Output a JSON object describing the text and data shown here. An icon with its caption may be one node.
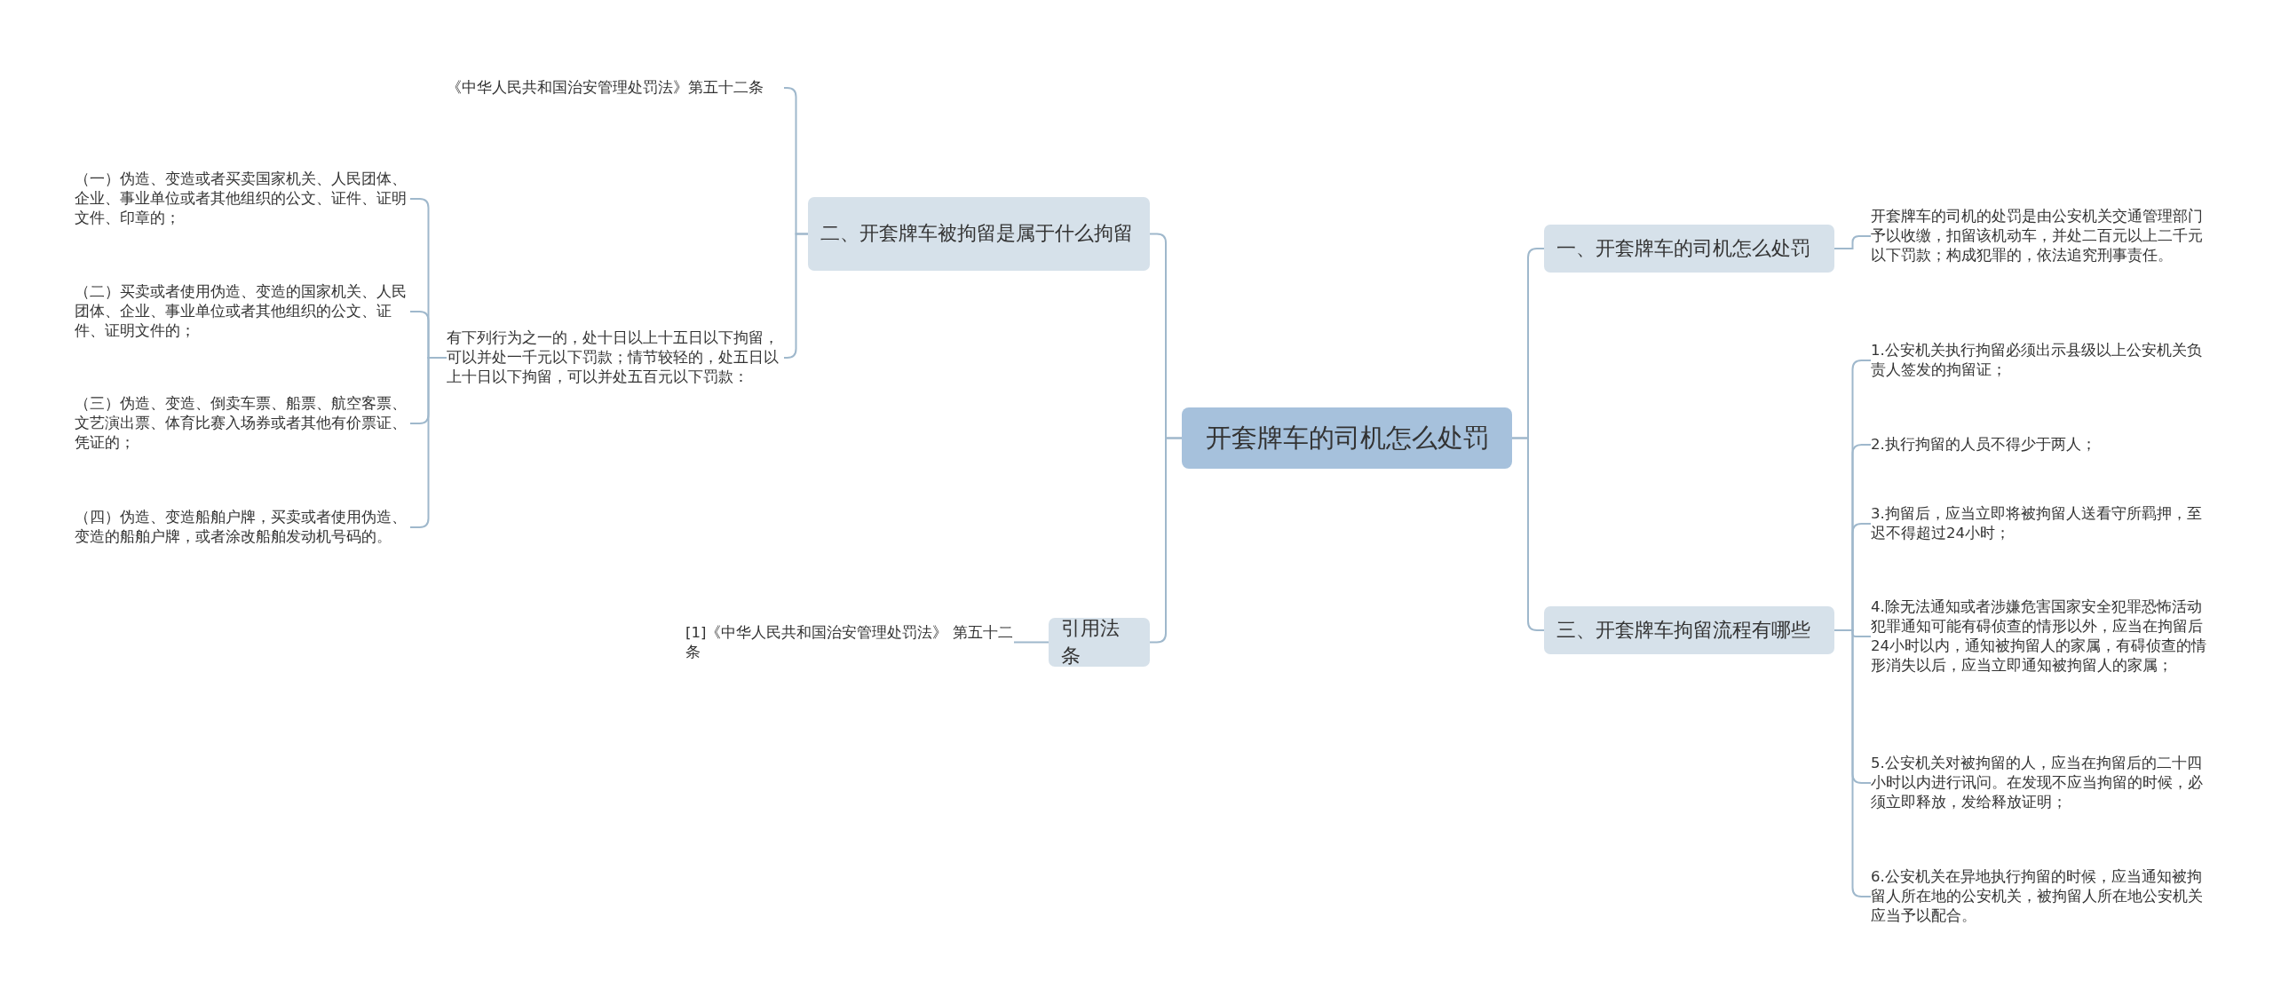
{
  "diagram": {
    "nodes": [
      {
        "text": [
          "开套牌车的司机怎么处罚"
        ]
      },
      {
        "text": [
          "二、开套牌车被拘留是属于什么拘留"
        ]
      },
      {
        "text": [
          "《中华人民共和国治安管理处罚法》第五十二条"
        ]
      },
      {
        "text": [
          "有下列行为之一的，处十日以上十五日以下拘留，可以并处一千元以下罚款；情节较轻的，处五日以上十日以下拘留，可以并处五百元以下罚款："
        ]
      },
      {
        "text": [
          "（一）伪造、变造或者买卖国家机关、人民团体、企业、事业单位或者其他组织的公文、证件、证明文件、印章的；"
        ]
      },
      {
        "text": [
          "（二）买卖或者使用伪造、变造的国家机关、人民团体、企业、事业单位或者其他组织的公文、证件、证明文件的；"
        ]
      },
      {
        "text": [
          "（三）伪造、变造、倒卖车票、船票、航空客票、文艺演出票、体育比赛入场券或者其他有价票证、凭证的；"
        ]
      },
      {
        "text": [
          "（四）伪造、变造船舶户牌，买卖或者使用伪造、变造的船舶户牌，或者涂改船舶发动机号码的。"
        ]
      },
      {
        "text": [
          "引用法条"
        ]
      },
      {
        "text": [
          "[1]《中华人民共和国治安管理处罚法》 第五十二条"
        ]
      },
      {
        "text": [
          "一、开套牌车的司机怎么处罚"
        ]
      },
      {
        "text": [
          "开套牌车的司机的处罚是由公安机关交通管理部门予以收缴，扣留该机动车，并处二百元以上二千元以下罚款；构成犯罪的，依法追究刑事责任。"
        ]
      },
      {
        "text": [
          "三、开套牌车拘留流程有哪些"
        ]
      },
      {
        "text": [
          "1.公安机关执行拘留必须出示县级以上公安机关负责人签发的拘留证；"
        ]
      },
      {
        "text": [
          "2.执行拘留的人员不得少于两人；"
        ]
      },
      {
        "text": [
          "3.拘留后，应当立即将被拘留人送看守所羁押，至迟不得超过24小时；"
        ]
      },
      {
        "text": [
          "4.除无法通知或者涉嫌危害国家安全犯罪恐怖活动犯罪通知可能有碍侦查的情形以外，应当在拘留后24小时以内，通知被拘留人的家属，有碍侦查的情形消失以后，应当立即通知被拘留人的家属；"
        ]
      },
      {
        "text": [
          "5.公安机关对被拘留的人，应当在拘留后的二十四小时以内进行讯问。在发现不应当拘留的时候，必须立即释放，发给释放证明；"
        ]
      },
      {
        "text": [
          "6.公安机关在异地执行拘留的时候，应当通知被拘留人所在地的公安机关，被拘留人所在地公安机关应当予以配合。"
        ]
      }
    ],
    "edges": [
      {
        "from": 0,
        "to": 1,
        "arrow": "none"
      },
      {
        "from": 0,
        "to": 8,
        "arrow": "none"
      },
      {
        "from": 0,
        "to": 10,
        "arrow": "none"
      },
      {
        "from": 0,
        "to": 12,
        "arrow": "none"
      },
      {
        "from": 1,
        "to": 2,
        "arrow": "none"
      },
      {
        "from": 1,
        "to": 3,
        "arrow": "none"
      },
      {
        "from": 3,
        "to": 4,
        "arrow": "none"
      },
      {
        "from": 3,
        "to": 5,
        "arrow": "none"
      },
      {
        "from": 3,
        "to": 6,
        "arrow": "none"
      },
      {
        "from": 3,
        "to": 7,
        "arrow": "none"
      },
      {
        "from": 8,
        "to": 9,
        "arrow": "none"
      },
      {
        "from": 10,
        "to": 11,
        "arrow": "none"
      },
      {
        "from": 12,
        "to": 13,
        "arrow": "none"
      },
      {
        "from": 12,
        "to": 14,
        "arrow": "none"
      },
      {
        "from": 12,
        "to": 15,
        "arrow": "none"
      },
      {
        "from": 12,
        "to": 16,
        "arrow": "none"
      },
      {
        "from": 12,
        "to": 17,
        "arrow": "none"
      },
      {
        "from": 12,
        "to": 18,
        "arrow": "none"
      }
    ]
  }
}
